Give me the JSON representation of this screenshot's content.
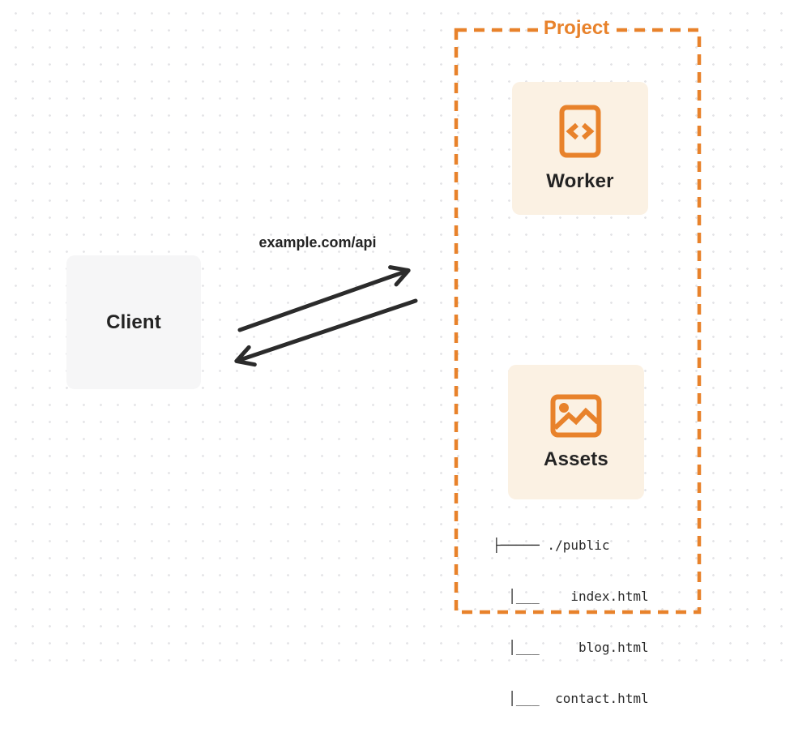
{
  "colors": {
    "accent": "#E8822B",
    "node_fill": "#FBF1E3",
    "client_fill": "#F6F6F7",
    "arrow_ink": "#2B2B2B",
    "text": "#232323",
    "dot_grid": "#E4E4E7"
  },
  "client": {
    "label": "Client"
  },
  "request_label": "example.com/api",
  "project": {
    "title": "Project",
    "worker": {
      "label": "Worker"
    },
    "assets": {
      "label": "Assets"
    },
    "file_tree": [
      "├───── ./public",
      "  │___    index.html",
      "  │___     blog.html",
      "  │___  contact.html"
    ]
  }
}
